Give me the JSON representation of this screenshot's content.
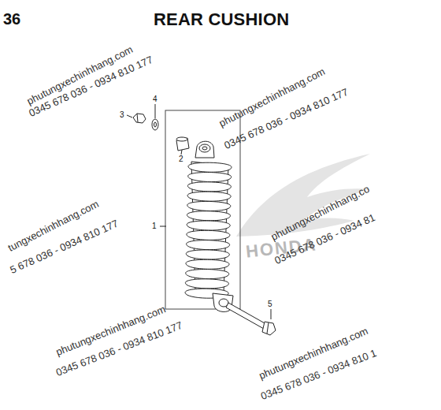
{
  "diagram": {
    "title": "REAR CUSHION",
    "labels": [
      "36",
      "1",
      "2",
      "3",
      "4",
      "5",
      "HONDA",
      "phutungxechinhhang.com",
      "0345 678 036 - 0934 810 177",
      "phutungxechinhhang.com",
      "0345 678 036 - 0934 810 177",
      "tungxechinhhang.com",
      "5 678 036 - 0934 810 177",
      "phutungxechinhhang.co",
      "0345 678 036 - 0934 81",
      "phutungxechinhhang.com",
      "0345 678 036 - 0934 810 177",
      "phutungxechinhhang.com",
      "0345 678 036 - 0934 810 1"
    ]
  }
}
